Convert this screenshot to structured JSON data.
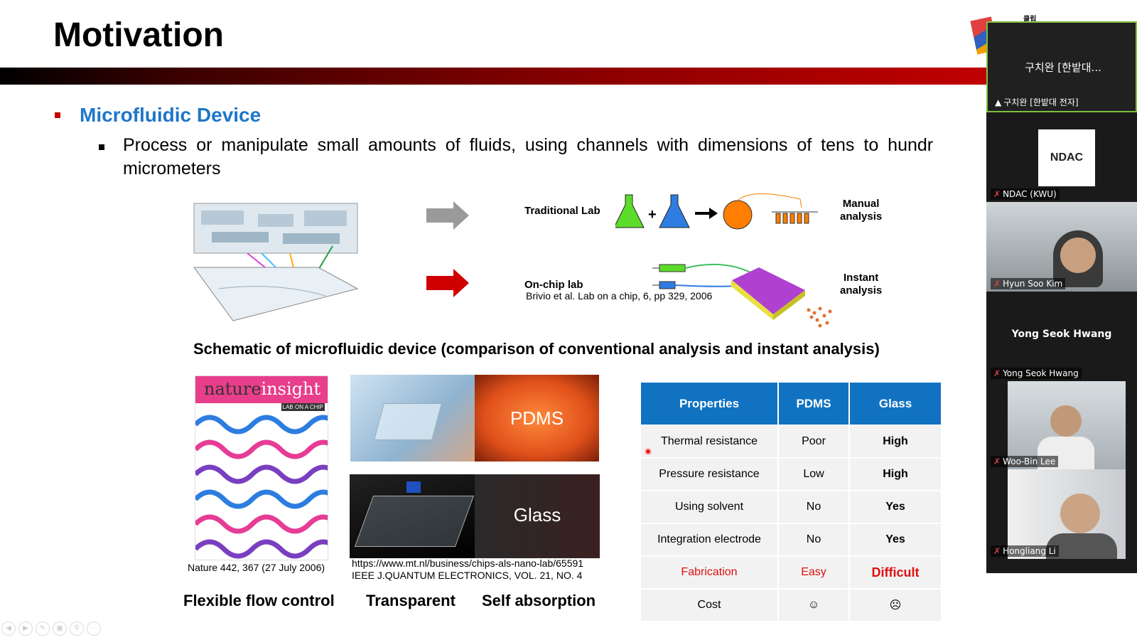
{
  "slide": {
    "title": "Motivation",
    "bullet1": "Microfluidic Device",
    "bullet2_text": "Process or manipulate small amounts of fluids, using channels with dimensions of tens to hundr… micrometers",
    "bullet2_line1": "Process or manipulate small amounts of fluids, using channels with dimensions of tens to hundr",
    "bullet2_line2": "micrometers"
  },
  "schematic": {
    "traditional_label": "Traditional Lab",
    "manual_label_1": "Manual",
    "manual_label_2": "analysis",
    "onchip_label": "On-chip lab",
    "reference": "Brivio et al. Lab on a chip, 6, pp 329, 2006",
    "instant_label_1": "Instant",
    "instant_label_2": "analysis",
    "caption": "Schematic of microfluidic device (comparison of conventional analysis and instant analysis)"
  },
  "figures": {
    "nature_logo_1": "nature",
    "nature_logo_2": "insight",
    "nature_sub": "LAB ON A CHIP",
    "nature_ref": "Nature 442, 367 (27 July 2006)",
    "pdms_label": "PDMS",
    "glass_label": "Glass",
    "url_ref": "https://www.mt.nl/business/chips-als-nano-lab/65591",
    "ieee_ref": "IEEE J.QUANTUM ELECTRONICS, VOL. 21, NO. 4",
    "cap_flexible": "Flexible flow control",
    "cap_transparent": "Transparent",
    "cap_absorption": "Self absorption"
  },
  "table": {
    "headers": [
      "Properties",
      "PDMS",
      "Glass"
    ],
    "rows": [
      [
        "Thermal resistance",
        "Poor",
        "High"
      ],
      [
        "Pressure resistance",
        "Low",
        "High"
      ],
      [
        "Using solvent",
        "No",
        "Yes"
      ],
      [
        "Integration electrode",
        "No",
        "Yes"
      ],
      [
        "Fabrication",
        "Easy",
        "Difficult"
      ],
      [
        "Cost",
        "☺",
        "☹"
      ]
    ]
  },
  "video": {
    "host_name_big": "구치완 [한밭대...",
    "host_name_small": "구치완 [한밭대 전자]",
    "ndac_logo": "NDAC",
    "ndac_name": "NDAC (KWU)",
    "p3": "Hyun Soo Kim",
    "p4_big": "Yong Seok Hwang",
    "p4": "Yong Seok Hwang",
    "p5": "Woo-Bin Lee",
    "p6": "Hongliang Li",
    "top_text": "클립"
  }
}
